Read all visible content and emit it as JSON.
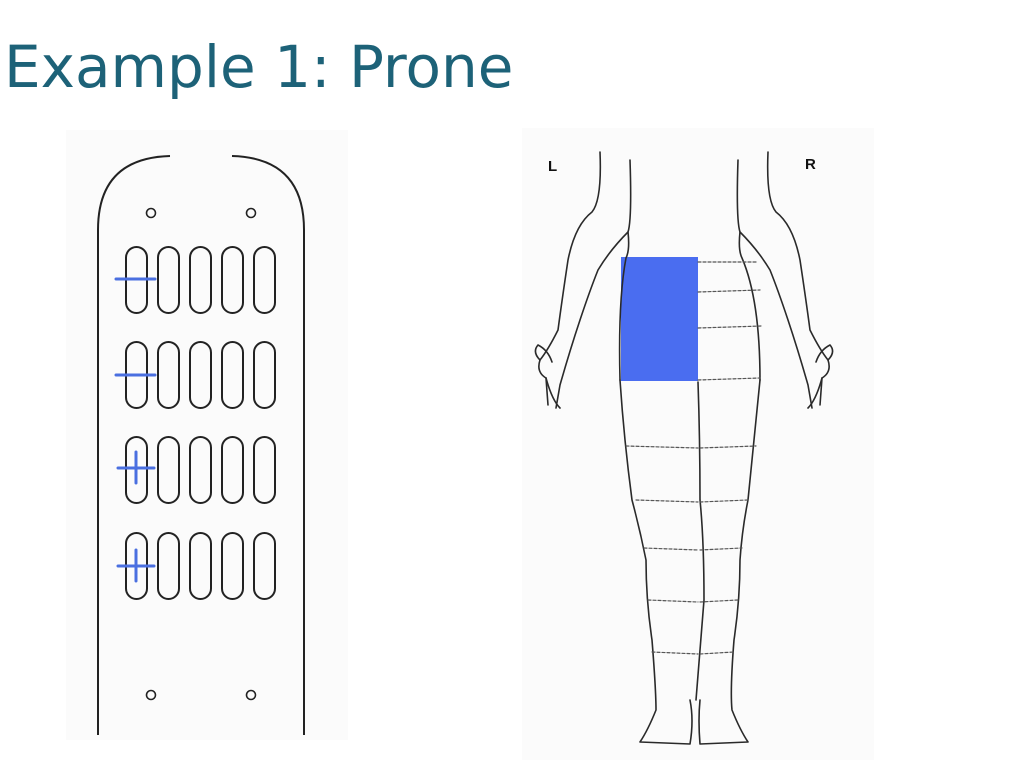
{
  "slide": {
    "title": "Example 1: Prone"
  },
  "body_chart": {
    "left_label": "L",
    "right_label": "R"
  },
  "colors": {
    "title": "#1d6278",
    "marker": "#4a6fe0",
    "highlight": "#4a6df0",
    "outline": "#222222"
  }
}
